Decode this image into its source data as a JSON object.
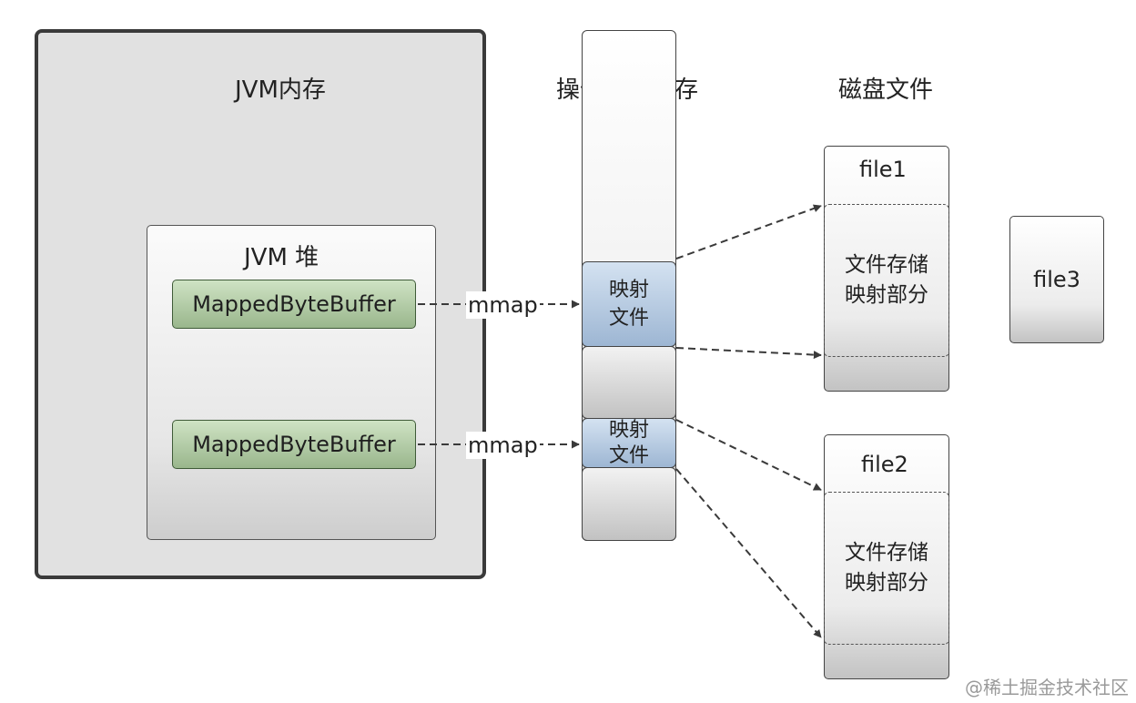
{
  "labels": {
    "jvm_memory": "JVM内存",
    "jvm_heap": "JVM 堆",
    "os_memory": "操作系统内存",
    "disk_files": "磁盘文件"
  },
  "buffers": [
    "MappedByteBuffer",
    "MappedByteBuffer"
  ],
  "mmap_labels": [
    "mmap",
    "mmap"
  ],
  "os_mapped": [
    {
      "line1": "映射",
      "line2": "文件"
    },
    {
      "line1": "映射",
      "line2": "文件"
    }
  ],
  "files": [
    {
      "name": "file1",
      "region_line1": "文件存储",
      "region_line2": "映射部分"
    },
    {
      "name": "file2",
      "region_line1": "文件存储",
      "region_line2": "映射部分"
    },
    {
      "name": "file3"
    }
  ],
  "watermark": "@稀土掘金技术社区",
  "colors": {
    "buffer_green": "#99b68c",
    "mapped_blue": "#9db6d3",
    "outer_gray": "#e1e1e1",
    "arrow": "#3a3a3a"
  }
}
